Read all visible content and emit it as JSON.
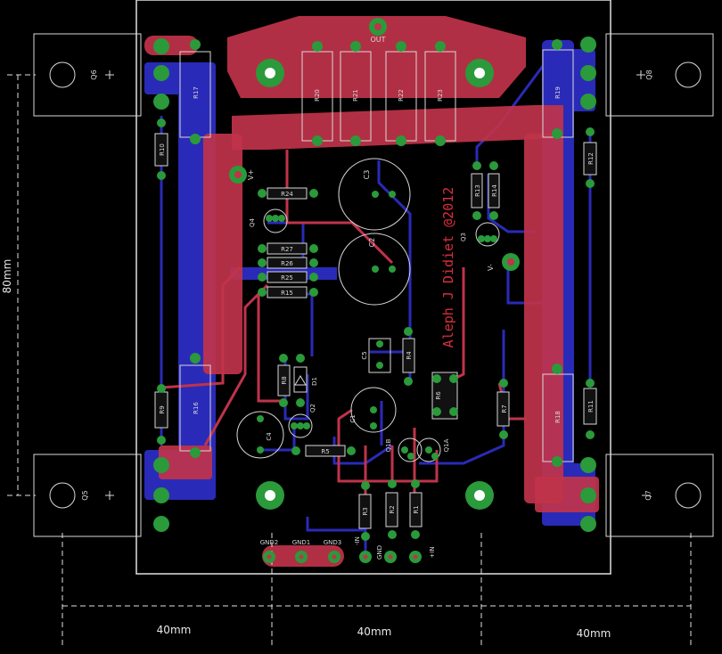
{
  "colors": {
    "background": "#000000",
    "top_copper": "#c0334a",
    "bottom_copper": "#2a2ab8",
    "pad": "#2a9a3a",
    "silkscreen": "#d8d8d8",
    "signature": "#d8303a"
  },
  "labels": {
    "out": "OUT",
    "vplus": "V+",
    "vminus": "V-",
    "signature": "Aleph J Didiet @2012",
    "gnd2": "GND2",
    "gnd1": "GND1",
    "gnd3": "GND3",
    "in_minus": "-IN",
    "gnd": "GND",
    "in_plus": "+IN"
  },
  "dimensions": {
    "height": "80mm",
    "width_left": "40mm",
    "width_mid": "40mm",
    "width_right": "40mm"
  },
  "transistors": {
    "q6": "Q6",
    "q8": "Q8",
    "q5": "Q5",
    "q7": "Q7",
    "q4": "Q4",
    "q3": "Q3",
    "q2": "Q2",
    "q1b": "Q1B",
    "q1a": "Q1A"
  },
  "resistors": {
    "r17": "R17",
    "r19": "R19",
    "r20": "R20",
    "r21": "R21",
    "r22": "R22",
    "r23": "R23",
    "r10": "R10",
    "r12": "R12",
    "r24": "R24",
    "r27": "R27",
    "r26": "R26",
    "r25": "R25",
    "r15": "R15",
    "r13": "R13",
    "r14": "R14",
    "r4": "R4",
    "r16": "R16",
    "r18": "R18",
    "r9": "R9",
    "r11": "R11",
    "r8": "R8",
    "r7": "R7",
    "r5": "R5",
    "r3": "R3",
    "r2": "R2",
    "r1": "R1",
    "r6": "R6"
  },
  "capacitors": {
    "c3": "C3",
    "c2": "C2",
    "c5": "C5",
    "c1": "C1",
    "c4": "C4"
  },
  "diodes": {
    "d1": "D1"
  }
}
